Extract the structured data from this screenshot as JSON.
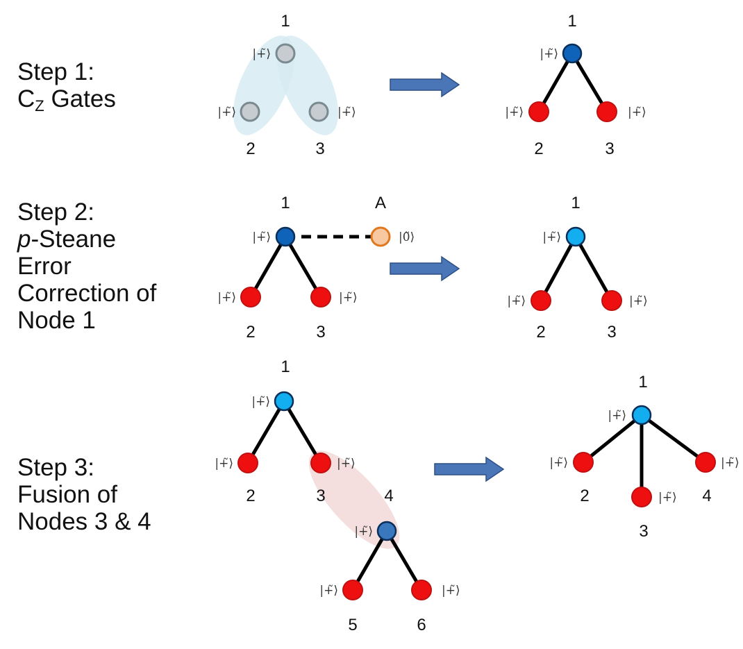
{
  "steps": [
    {
      "id": "step1",
      "lines": [
        "Step 1:"
      ],
      "gate_prefix": "C",
      "gate_subscript": "Z",
      "gate_suffix": " Gates"
    },
    {
      "id": "step2",
      "lines": [
        "Step 2:",
        "-Steane",
        "Error",
        "Correction of",
        "Node 1"
      ],
      "italic_prefix": "p"
    },
    {
      "id": "step3",
      "lines": [
        "Step 3:",
        "Fusion of",
        "Nodes 3 & 4"
      ]
    }
  ],
  "ket_plus": "|+̃⟩",
  "ket_zero": "|0̃⟩",
  "ancilla_label": "A",
  "node_labels": {
    "n1": "1",
    "n2": "2",
    "n3": "3",
    "n4": "4",
    "n5": "5",
    "n6": "6"
  },
  "colors": {
    "grey_node": "#c7ccd0",
    "grey_stroke": "#7b8a90",
    "dark_blue_node": "#0f63b8",
    "dark_blue_stroke": "#0a2f5a",
    "light_blue_node": "#12aef0",
    "light_blue_stroke": "#0a2f5a",
    "red_node": "#ee1010",
    "red_stroke": "#c01010",
    "orange_node": "#f8c9a0",
    "orange_stroke": "#e07820",
    "arrow_fill": "#4a76b8",
    "arrow_stroke": "#2d4f86",
    "blue_ellipse": "#d6eaf2",
    "pink_ellipse": "#f3dada",
    "edge": "#000000"
  },
  "icons": [
    "right-arrow-icon"
  ]
}
